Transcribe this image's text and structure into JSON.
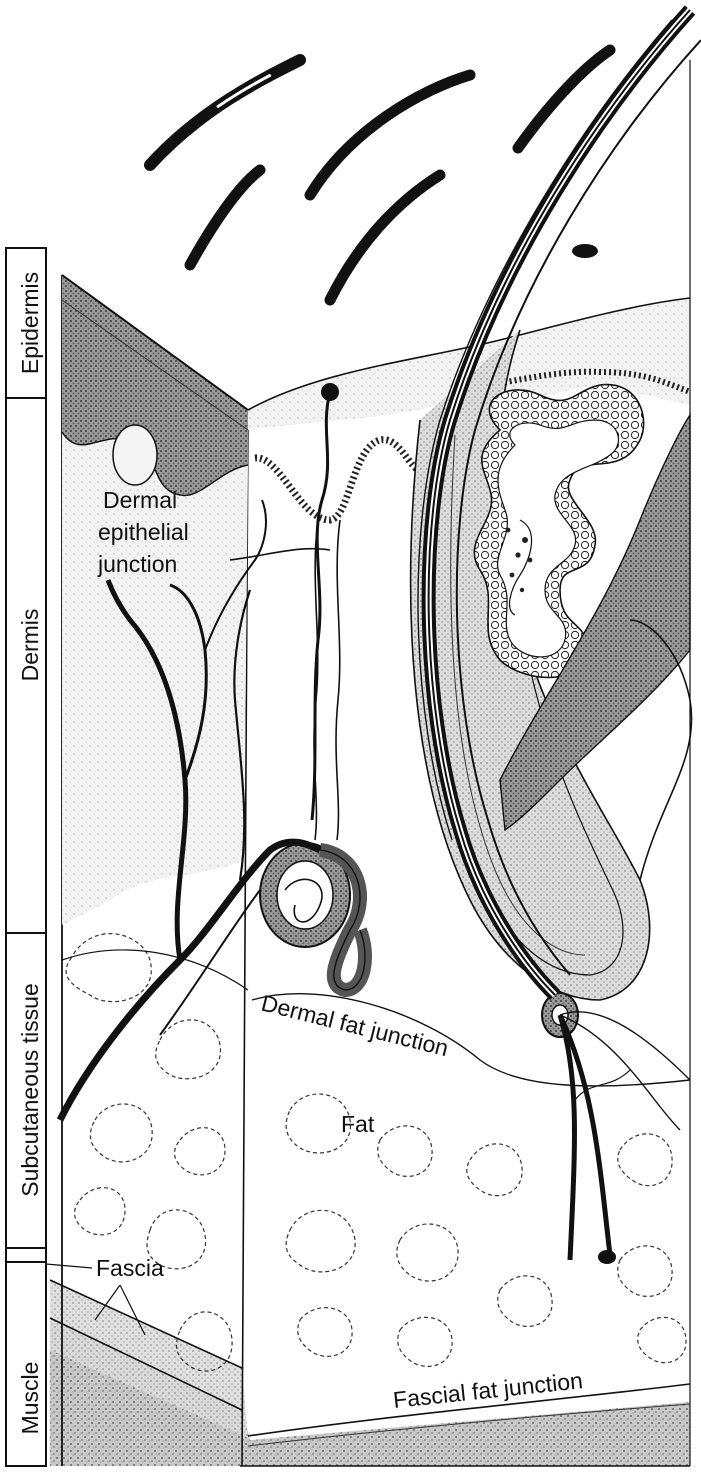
{
  "layers": {
    "epidermis": "Epidermis",
    "dermis": "Dermis",
    "subcutaneous": "Subcutaneous tissue",
    "muscle": "Muscle"
  },
  "labels": {
    "dermal_epithelial_line1": "Dermal",
    "dermal_epithelial_line2": "epithelial",
    "dermal_epithelial_line3": "junction",
    "dermal_fat_junction": "Dermal fat junction",
    "fat": "Fat",
    "fascia": "Fascia",
    "fascial_fat_junction": "Fascial fat junction"
  },
  "colors": {
    "ink": "#111111",
    "shade_dark": "#555555",
    "shade_mid": "#9a9a9a",
    "shade_light": "#d9d9d9",
    "paper": "#ffffff"
  }
}
